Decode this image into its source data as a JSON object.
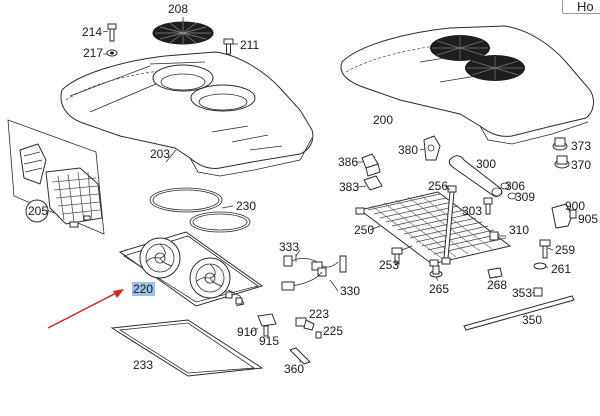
{
  "top_button": {
    "label": "Ho"
  },
  "callouts": [
    {
      "id": "c214",
      "text": "214"
    },
    {
      "id": "c208",
      "text": "208"
    },
    {
      "id": "c217",
      "text": "217"
    },
    {
      "id": "c211",
      "text": "211"
    },
    {
      "id": "c203",
      "text": "203"
    },
    {
      "id": "c200",
      "text": "200"
    },
    {
      "id": "c205",
      "text": "205"
    },
    {
      "id": "c230",
      "text": "230"
    },
    {
      "id": "c220",
      "text": "220"
    },
    {
      "id": "c233",
      "text": "233"
    },
    {
      "id": "c333",
      "text": "333"
    },
    {
      "id": "c330",
      "text": "330"
    },
    {
      "id": "c910",
      "text": "910"
    },
    {
      "id": "c915",
      "text": "915"
    },
    {
      "id": "c223",
      "text": "223"
    },
    {
      "id": "c225",
      "text": "225"
    },
    {
      "id": "c360",
      "text": "360"
    },
    {
      "id": "c386",
      "text": "386"
    },
    {
      "id": "c380",
      "text": "380"
    },
    {
      "id": "c300",
      "text": "300"
    },
    {
      "id": "c383",
      "text": "383"
    },
    {
      "id": "c256",
      "text": "256"
    },
    {
      "id": "c306",
      "text": "306"
    },
    {
      "id": "c309",
      "text": "309"
    },
    {
      "id": "c303",
      "text": "303"
    },
    {
      "id": "c373",
      "text": "373"
    },
    {
      "id": "c370",
      "text": "370"
    },
    {
      "id": "c250",
      "text": "250"
    },
    {
      "id": "c310",
      "text": "310"
    },
    {
      "id": "c900",
      "text": "900"
    },
    {
      "id": "c905",
      "text": "905"
    },
    {
      "id": "c259",
      "text": "259"
    },
    {
      "id": "c253",
      "text": "253"
    },
    {
      "id": "c261",
      "text": "261"
    },
    {
      "id": "c265",
      "text": "265"
    },
    {
      "id": "c268",
      "text": "268"
    },
    {
      "id": "c353",
      "text": "353"
    },
    {
      "id": "c350",
      "text": "350"
    }
  ],
  "highlighted_callout": "220",
  "colors": {
    "highlight": "#9cc3e6",
    "arrow": "#e02020",
    "line": "#2b2b2b"
  }
}
